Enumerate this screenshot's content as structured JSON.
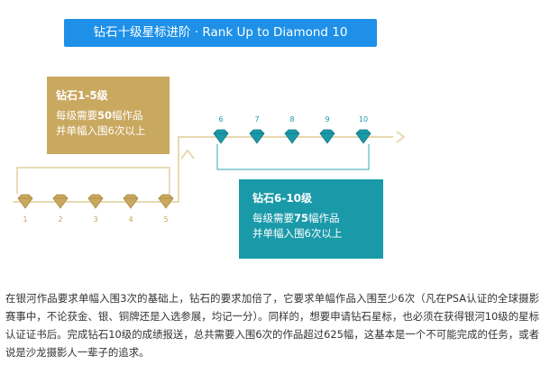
{
  "header": {
    "title": "钻石十级星标进阶 · Rank Up to Diamond 10"
  },
  "colors": {
    "title_bg": "#1e90e8",
    "gold": "#c9a85f",
    "teal": "#1a9aa9",
    "path_line": "#e8d9b0"
  },
  "gold_box": {
    "heading": "钻石1-5级",
    "line1_prefix": "每级需要",
    "line1_count": "50",
    "line1_suffix": "幅作品",
    "line2": "并单幅入围6次以上"
  },
  "teal_box": {
    "heading": "钻石6-10级",
    "line1_prefix": "每级需要",
    "line1_count": "75",
    "line1_suffix": "幅作品",
    "line2": "并单幅入围6次以上"
  },
  "levels": {
    "lower": [
      "1",
      "2",
      "3",
      "4",
      "5"
    ],
    "upper": [
      "6",
      "7",
      "8",
      "9",
      "10"
    ]
  },
  "description": "在银河作品要求单幅入围3次的基础上，钻石的要求加倍了，它要求单幅作品入围至少6次（凡在PSA认证的全球摄影赛事中，不论获金、银、铜牌还是入选参展，均记一分）。同样的，想要申请钻石星标，也必须在获得银河10级的星标认证证书后。完成钻石10级的成绩报送，总共需要入围6次的作品超过625幅，这基本是一个不可能完成的任务，或者说是沙龙摄影人一辈子的追求。"
}
